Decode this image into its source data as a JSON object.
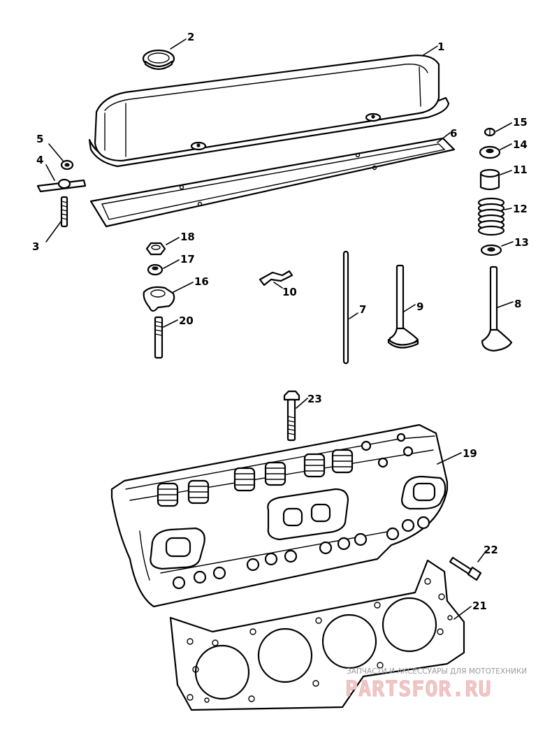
{
  "callouts": [
    {
      "id": "1",
      "text": "1"
    },
    {
      "id": "2",
      "text": "2"
    },
    {
      "id": "3",
      "text": "3"
    },
    {
      "id": "4",
      "text": "4"
    },
    {
      "id": "5",
      "text": "5"
    },
    {
      "id": "6",
      "text": "6"
    },
    {
      "id": "7",
      "text": "7"
    },
    {
      "id": "8",
      "text": "8"
    },
    {
      "id": "9",
      "text": "9"
    },
    {
      "id": "10",
      "text": "10"
    },
    {
      "id": "11",
      "text": "11"
    },
    {
      "id": "12",
      "text": "12"
    },
    {
      "id": "13",
      "text": "13"
    },
    {
      "id": "14",
      "text": "14"
    },
    {
      "id": "15",
      "text": "15"
    },
    {
      "id": "16",
      "text": "16"
    },
    {
      "id": "17",
      "text": "17"
    },
    {
      "id": "18",
      "text": "18"
    },
    {
      "id": "19",
      "text": "19"
    },
    {
      "id": "20",
      "text": "20"
    },
    {
      "id": "21",
      "text": "21"
    },
    {
      "id": "22",
      "text": "22"
    },
    {
      "id": "23",
      "text": "23"
    }
  ],
  "watermark": {
    "tagline": "ЗАПЧАСТИ И АКСЕССУАРЫ ДЛЯ МОТОТЕХНИКИ",
    "brand": "PARTSFOR.RU"
  }
}
